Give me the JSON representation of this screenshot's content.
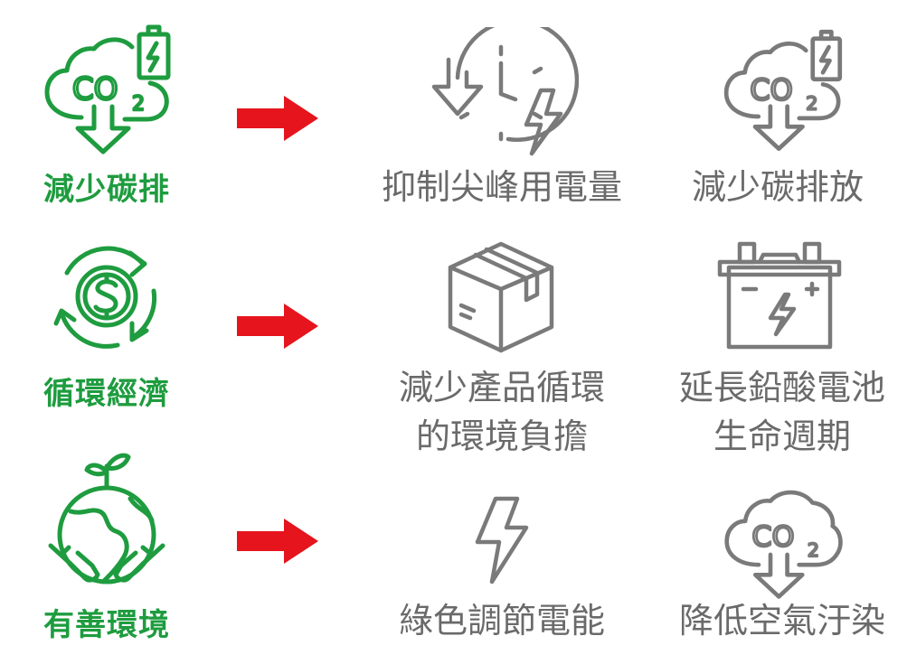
{
  "colors": {
    "green": "#1e9c3f",
    "gray": "#6a6a6a",
    "arrow": "#e5141d"
  },
  "rows": [
    {
      "category": {
        "label": "減少碳排",
        "icon": "co2-cloud-battery-icon"
      },
      "results": [
        {
          "lines": [
            "抑制尖峰用電量"
          ],
          "icon": "clock-lightning-icon"
        },
        {
          "lines": [
            "減少碳排放"
          ],
          "icon": "co2-cloud-battery-icon"
        }
      ]
    },
    {
      "category": {
        "label": "循環經濟",
        "icon": "dollar-recycle-icon"
      },
      "results": [
        {
          "lines": [
            "減少產品循環",
            "的環境負擔"
          ],
          "icon": "box-icon"
        },
        {
          "lines": [
            "延長鉛酸電池",
            "生命週期"
          ],
          "icon": "car-battery-icon"
        }
      ]
    },
    {
      "category": {
        "label": "有善環境",
        "icon": "globe-hands-sprout-icon"
      },
      "results": [
        {
          "lines": [
            "綠色調節電能"
          ],
          "icon": "lightning-icon"
        },
        {
          "lines": [
            "降低空氣汙染"
          ],
          "icon": "co2-cloud-icon"
        }
      ]
    }
  ]
}
